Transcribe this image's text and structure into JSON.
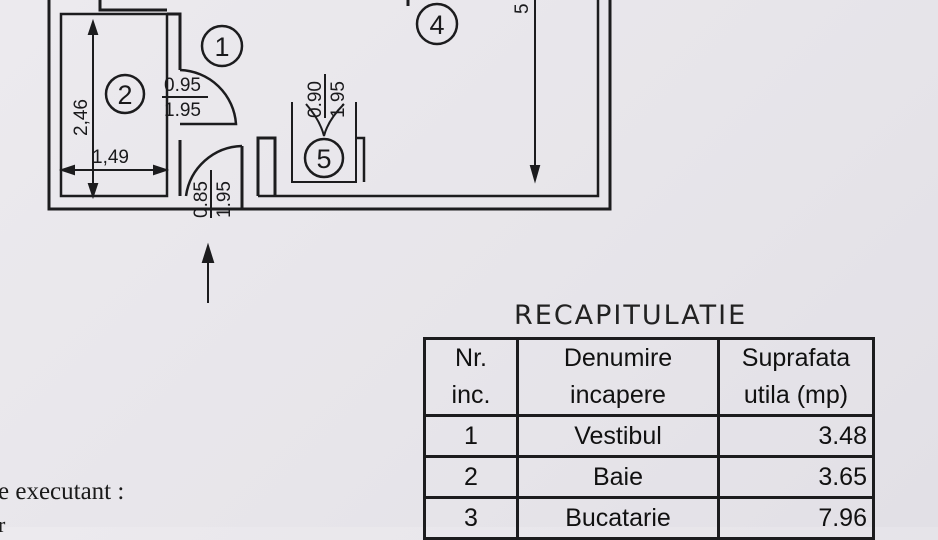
{
  "plan": {
    "room_numbers": [
      "1",
      "2",
      "4",
      "5"
    ],
    "dim_bath_height": "2,46",
    "dim_bath_width": "1,49",
    "door_bath_width": "0.95",
    "door_bath_height": "1.95",
    "door_entry_width": "0.85",
    "door_entry_height": "1.95",
    "door_room5_width": "0.90",
    "door_room5_height": "1.95",
    "dim_room4_partial": "5"
  },
  "recap": {
    "title": "RECAPITULATIE",
    "headers": {
      "nr": [
        "Nr.",
        "inc."
      ],
      "name": [
        "Denumire",
        "incapere"
      ],
      "area": [
        "Suprafata",
        "utila (mp)"
      ]
    },
    "rows": [
      {
        "nr": "1",
        "name": "Vestibul",
        "area": "3.48"
      },
      {
        "nr": "2",
        "name": "Baie",
        "area": "3.65"
      },
      {
        "nr": "3",
        "name": "Bucatarie",
        "area": "7.96"
      }
    ]
  },
  "footer": {
    "executant": "e executant :",
    "line2": "r"
  }
}
